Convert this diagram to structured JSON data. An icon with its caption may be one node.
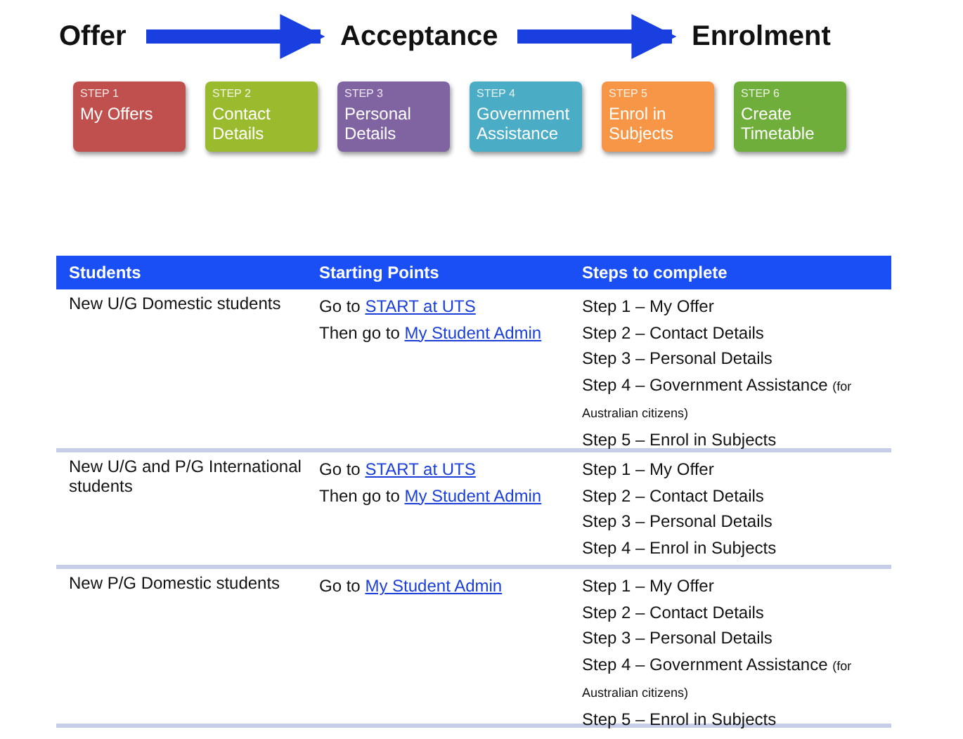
{
  "diagram": {
    "nodes": [
      {
        "text": [
          "Offer"
        ]
      },
      {
        "text": [
          "Acceptance"
        ]
      },
      {
        "text": [
          "Enrolment"
        ]
      },
      {
        "text": [
          "STEP 1",
          "My Offers"
        ]
      },
      {
        "text": [
          "STEP 2",
          "Contact Details"
        ]
      },
      {
        "text": [
          "STEP 3",
          "Personal Details"
        ]
      },
      {
        "text": [
          "STEP 4",
          "Government Assistance"
        ]
      },
      {
        "text": [
          "STEP 5",
          "Enrol in Subjects"
        ]
      },
      {
        "text": [
          "STEP 6",
          "Create Timetable"
        ]
      }
    ],
    "edges": [
      {
        "from": 0,
        "to": 1,
        "arrow": "to"
      },
      {
        "from": 1,
        "to": 2,
        "arrow": "to"
      }
    ],
    "labels": [
      "Students",
      "Starting Points",
      "Steps to complete",
      "New U/G Domestic students",
      "Go to",
      "START at UTS",
      "Then go to",
      "My Student Admin",
      "Step 1 – My Offer",
      "Step 2 – Contact Details",
      "Step 3 – Personal Details",
      "Step 4 – Government Assistance",
      "(for Australian citizens)",
      "Step 5 – Enrol in Subjects",
      "New U/G and P/G International students",
      "Go to",
      "START at UTS",
      "Then go to",
      "My Student Admin",
      "Step 1 – My Offer",
      "Step 2 – Contact Details",
      "Step 3 – Personal Details",
      "Step 4 – Enrol in Subjects",
      "New P/G Domestic students",
      "Go to",
      "My Student Admin",
      "Step 1 – My Offer",
      "Step 2 – Contact Details",
      "Step 3 – Personal Details",
      "Step 4 – Government Assistance",
      "(for Australian citizens)",
      "Step 5 – Enrol in Subjects"
    ]
  }
}
